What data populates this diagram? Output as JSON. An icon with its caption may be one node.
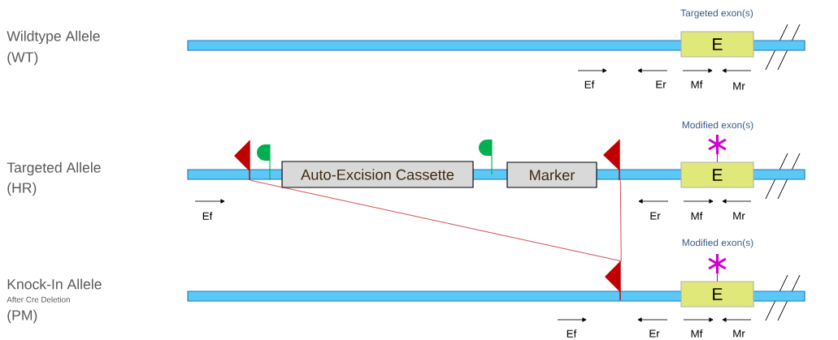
{
  "diagram": {
    "nodes": [
      {
        "text": [],
        "shape": "bar"
      },
      {
        "text": [
          "E"
        ],
        "beside": [
          "Targeted exon(s)"
        ]
      },
      {
        "text": [],
        "shape": "bar"
      },
      {
        "text": [],
        "shape": "flag"
      },
      {
        "text": [
          "Auto-Excision Cassette"
        ]
      },
      {
        "text": [
          "Marker"
        ]
      },
      {
        "text": [],
        "shape": "flag"
      },
      {
        "text": [
          "E"
        ],
        "beside": [
          "Modified exon(s)"
        ]
      },
      {
        "text": [],
        "shape": "bar"
      },
      {
        "text": [],
        "shape": "flag"
      },
      {
        "text": [
          "E"
        ],
        "beside": [
          "Modified exon(s)"
        ]
      }
    ],
    "edges": [
      {
        "from": 3,
        "to": 9,
        "arrow": "none"
      },
      {
        "from": 6,
        "to": 9,
        "arrow": "none"
      }
    ],
    "labels": [
      "Wildtype Allele",
      "(WT)",
      "Ef",
      "Er",
      "Mf",
      "Mr",
      "Targeted Allele",
      "(HR)",
      "Ef",
      "Er",
      "Mf",
      "Mr",
      "Knock-In Allele",
      "After Cre Deletion",
      "(PM)",
      "Ef",
      "Er",
      "Mf",
      "Mr"
    ]
  }
}
